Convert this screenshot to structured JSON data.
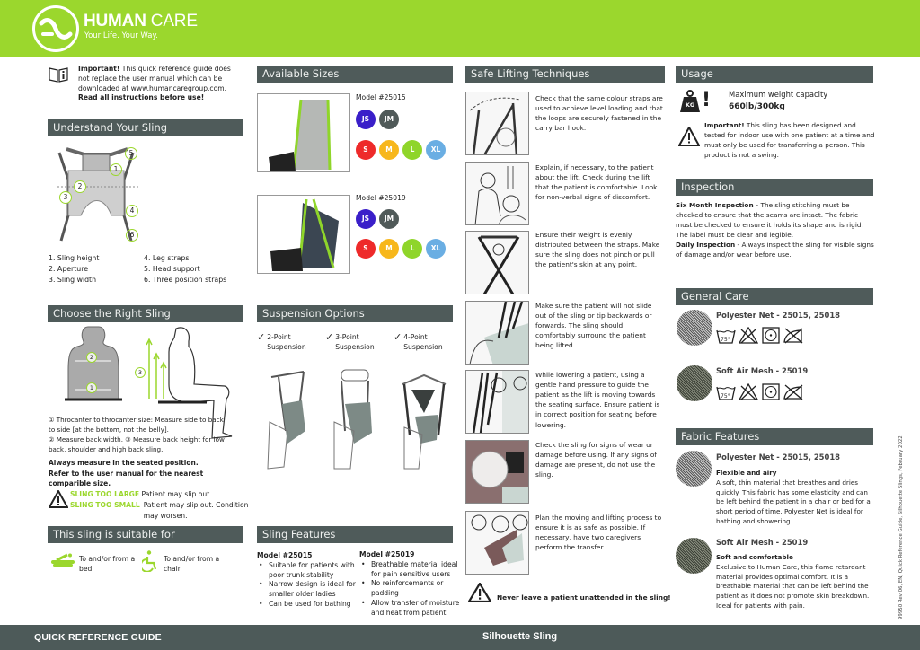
{
  "header": {
    "brand_bold": "HUMAN",
    "brand_thin": " CARE",
    "tagline": "Your Life. Your Way.",
    "brand_color": "#9bd72d"
  },
  "notice": {
    "icon": "manual-info-icon",
    "important_label": "Important!",
    "text": " This quick reference guide does not replace the user manual which can be downloaded at www.humancaregroup.com.",
    "bold_line": "Read all instructions before use!"
  },
  "understand": {
    "title": "Understand Your Sling",
    "callouts": [
      "5",
      "1",
      "2",
      "3",
      "4",
      "6"
    ],
    "parts": [
      "1. Sling height",
      "4. Leg straps",
      "2. Aperture",
      "5. Head support",
      "3. Sling width",
      "6. Three position straps"
    ]
  },
  "choose": {
    "title": "Choose the Right Sling",
    "callouts": [
      "2",
      "1",
      "3"
    ],
    "measure_1": "① Throcanter to throcanter size: Measure side to back to side [at the bottom, not the belly].",
    "measure_2": "② Measure back width.  ③ Measure back height for low back, shoulder and high back sling.",
    "bold_1": "Always measure in the seated position.",
    "bold_2": "Refer to the user manual for the nearest comparible size.",
    "warn_large_label": "SLING TOO LARGE",
    "warn_large_text": "Patient may slip out.",
    "warn_small_label": "SLING TOO SMALL",
    "warn_small_text": "Patient may slip out.  Condition may worsen."
  },
  "suitable": {
    "title": "This sling is suitable for",
    "items": [
      {
        "icon": "bed-icon",
        "label": "To and/or from a bed"
      },
      {
        "icon": "wheelchair-icon",
        "label": "To and/or from a chair"
      }
    ]
  },
  "sizes": {
    "title": "Available Sizes",
    "models": [
      {
        "label": "Model #25015",
        "row1": [
          "JS",
          "JM"
        ],
        "row2": [
          "S",
          "M",
          "L",
          "XL"
        ]
      },
      {
        "label": "Model #25019",
        "row1": [
          "JS",
          "JM"
        ],
        "row2": [
          "S",
          "M",
          "L",
          "XL"
        ]
      }
    ],
    "colors": {
      "JS": "#3a1fc9",
      "JM": "#505a59",
      "S": "#ee2a2a",
      "M": "#f7b71c",
      "L": "#8fd52a",
      "XL": "#6aaee3"
    }
  },
  "suspension": {
    "title": "Suspension Options",
    "options": [
      {
        "line1": "2-Point",
        "line2": "Suspension"
      },
      {
        "line1": "3-Point",
        "line2": "Suspension"
      },
      {
        "line1": "4-Point",
        "line2": "Suspension"
      }
    ]
  },
  "features": {
    "title": "Sling Features",
    "col1": {
      "model": "Model #25015",
      "bullets": [
        "Suitable for patients with poor trunk stability",
        "Narrow design is ideal for smaller older ladies",
        "Can be used for bathing"
      ]
    },
    "col2": {
      "model": "Model #25019",
      "bullets": [
        "Breathable material ideal for pain sensitive users",
        "No reinforcements or padding",
        "Allow transfer of moisture and heat from patient"
      ]
    }
  },
  "techniques": {
    "title": "Safe Lifting Techniques",
    "steps": [
      "Check that the same colour straps are used to achieve level loading and that the loops are securely fastened in the carry bar hook.",
      "Explain, if necessary, to the patient about the lift.  Check during the lift that the patient is comfortable.  Look for non-verbal signs of discomfort.",
      "Ensure their weight is evenly distributed between the straps.  Make sure the sling does not pinch or pull the patient's skin at any point.",
      "Make sure the patient will not slide out of the sling or tip backwards or forwards.  The sling should comfortably surround the patient being lifted.",
      "While lowering a patient, using a gentle hand pressure to guide the patient as the lift is moving towards the seating surface. Ensure patient is in correct position for seating before lowering.",
      "Check the sling for signs of wear or damage before using. If any signs of damage are present, do not use the sling.",
      "Plan the moving and lifting process to ensure it is as safe as possible. If necessary, have two caregivers perform the transfer."
    ],
    "warning": "Never leave a patient unattended in the sling!"
  },
  "usage": {
    "title": "Usage",
    "weight_label": "Maximum weight capacity",
    "weight_value": "660lb/300kg",
    "kg_badge": "KG",
    "important_label": "Important!",
    "important_text": " This sling has been designed and tested for indoor use with one patient at a time and must only be used for transferring a person.  This product is not a swing."
  },
  "inspection": {
    "title": "Inspection",
    "six_label": "Six Month Inspection -",
    "six_text": " The sling stitching must be checked to ensure that the seams are intact.  The fabric must be checked to ensure it holds its shape and is rigid.  The label must be clear and legible.",
    "daily_label": "Daily Inspection",
    "daily_text": " - Always inspect the sling for visible signs of damage and/or wear before use."
  },
  "care": {
    "title": "General Care",
    "fabrics": [
      {
        "name": "Polyester Net - 25015, 25018",
        "wash_temp": "75°"
      },
      {
        "name": "Soft Air Mesh - 25019",
        "wash_temp": "75°"
      }
    ]
  },
  "fabric": {
    "title": "Fabric Features",
    "items": [
      {
        "name": "Polyester Net - 25015, 25018",
        "subtitle": "Flexible and airy",
        "text": "A soft, thin material that breathes and dries quickly.  This fabric has some elasticity and can be left behind the patient in a chair or bed for a short period of time.  Polyester Net is ideal for bathing and showering."
      },
      {
        "name": "Soft Air Mesh - 25019",
        "subtitle": "Soft and comfortable",
        "text": "Exclusive to Human Care, this flame retardant material provides optimal comfort.  It is a breathable material that can be left behind the patient as it does not promote skin breakdown. Ideal for patients with pain."
      }
    ]
  },
  "footer": {
    "left": "QUICK REFERENCE GUIDE",
    "center": "Silhouette Sling",
    "doc_ref": "99950 Rev 06, EN, Quick Reference Guide, Silhouette Slings, February 2022"
  }
}
